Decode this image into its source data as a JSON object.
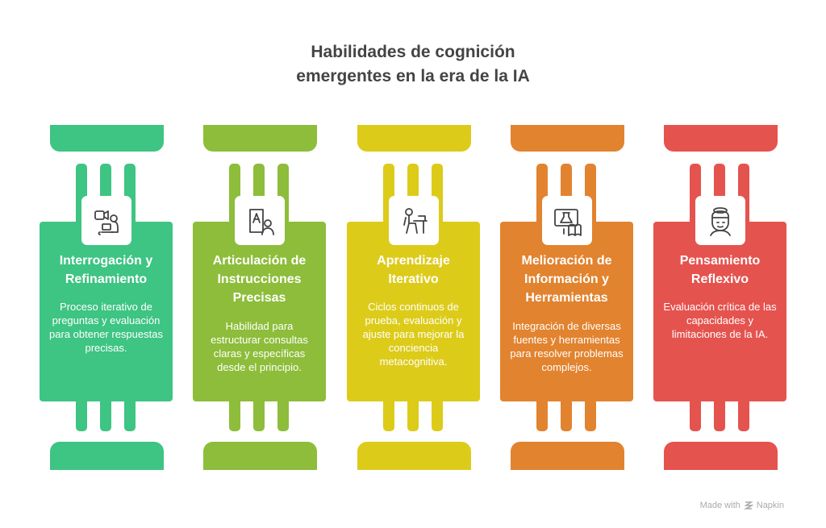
{
  "title_line1": "Habilidades de cognición",
  "title_line2": "emergentes en la era de la IA",
  "columns": [
    {
      "title": "Interrogación y Refinamiento",
      "desc": "Proceso iterativo de preguntas y evaluación para obtener respuestas precisas.",
      "color": "#3EC483",
      "icon": "video-person-laptop-icon"
    },
    {
      "title": "Articulación de Instrucciones Precisas",
      "desc": "Habilidad para estructurar consultas claras y específicas desde el principio.",
      "color": "#8DBD3A",
      "icon": "document-person-icon"
    },
    {
      "title": "Aprendizaje Iterativo",
      "desc": "Ciclos continuos de prueba, evaluación y ajuste para mejorar la conciencia metacognitiva.",
      "color": "#DDCB1A",
      "icon": "person-at-desk-icon"
    },
    {
      "title": "Melioración de Información y Herramientas",
      "desc": "Integración de diversas fuentes y herramientas para resolver problemas complejos.",
      "color": "#E2832F",
      "icon": "monitor-book-icon"
    },
    {
      "title": "Pensamiento Reflexivo",
      "desc": "Evaluación crítica de las capacidades y limitaciones de la IA.",
      "color": "#E5534F",
      "icon": "thinking-person-icon"
    }
  ],
  "footer": {
    "made_with": "Made with",
    "brand": "Napkin"
  }
}
